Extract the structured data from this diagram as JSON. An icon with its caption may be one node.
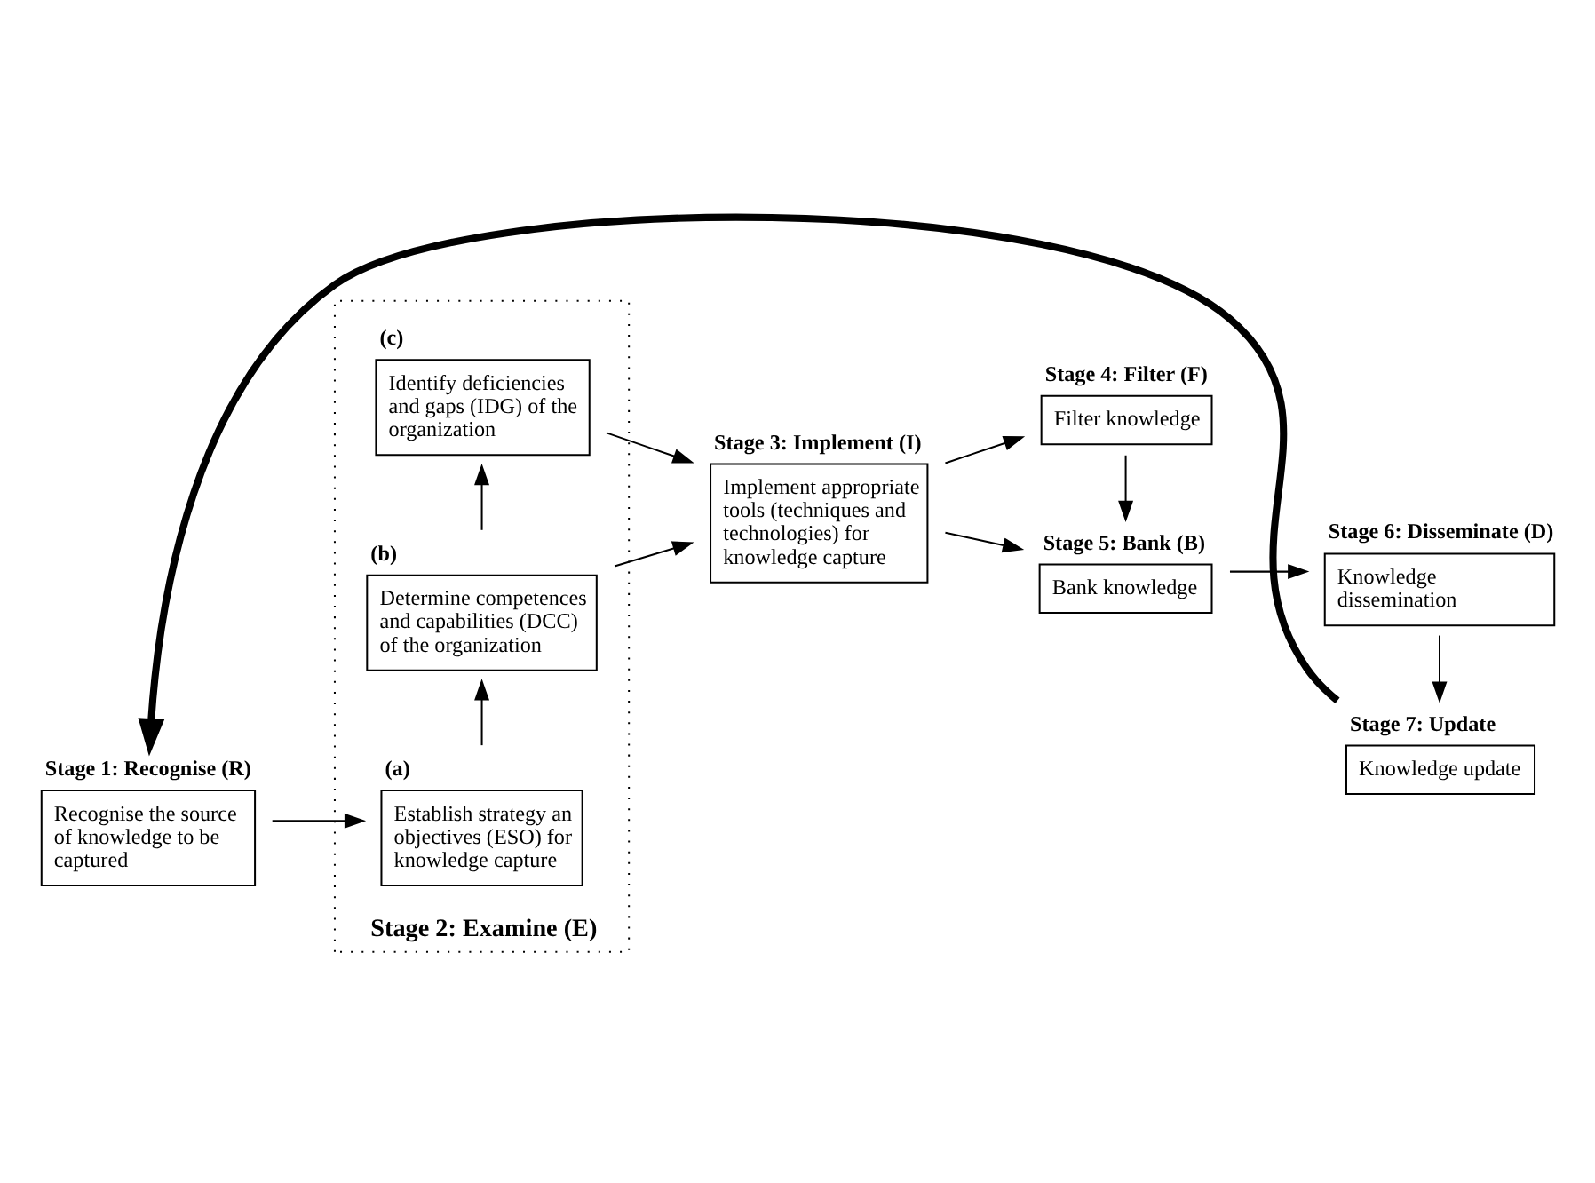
{
  "diagram": {
    "nodes": [
      {
        "text": [
          "Knowledge update"
        ],
        "beside": [
          "Stage 7: Update"
        ]
      },
      {
        "text": [
          "Knowledge dissemination"
        ],
        "beside": [
          "Stage 6: Disseminate (D)"
        ]
      },
      {
        "text": [
          "Stage 2: Examine (E)"
        ]
      },
      {
        "text": [
          "Establish strategy an objectives (ESO) for knowledge capture"
        ],
        "in": 2,
        "beside": [
          "(a)"
        ]
      },
      {
        "text": [
          "Determine competences and capabilities (DCC) of the organization"
        ],
        "in": 2,
        "beside": [
          "(b)"
        ]
      },
      {
        "text": [
          "Identify deficiencies and gaps (IDG) of the organization"
        ],
        "in": 2,
        "beside": [
          "(c)"
        ]
      },
      {
        "text": [
          "Recognise the source of knowledge to be captured"
        ],
        "beside": [
          "Stage 1: Recognise (R)"
        ]
      },
      {
        "text": [
          "Implement appropriate tools (techniques and technologies) for knowledge capture"
        ],
        "beside": [
          "Stage 3: Implement (I)"
        ]
      },
      {
        "text": [
          "Bank knowledge"
        ],
        "beside": [
          "Stage 5: Bank (B)"
        ]
      },
      {
        "text": [
          "Filter knowledge"
        ],
        "beside": [
          "Stage 4: Filter (F)"
        ]
      }
    ],
    "edges": [
      {
        "from": 6,
        "to": 3,
        "arrow": "to"
      },
      {
        "from": 3,
        "to": 4,
        "arrow": "to"
      },
      {
        "from": 4,
        "to": 5,
        "arrow": "to"
      },
      {
        "from": 4,
        "to": 7,
        "arrow": "to"
      },
      {
        "from": 5,
        "to": 7,
        "arrow": "to"
      },
      {
        "from": 7,
        "to": 8,
        "arrow": "to"
      },
      {
        "from": 7,
        "to": 9,
        "arrow": "to"
      },
      {
        "from": 9,
        "to": 8,
        "arrow": "to"
      },
      {
        "from": 8,
        "to": 1,
        "arrow": "to"
      },
      {
        "from": 1,
        "to": 0,
        "arrow": "to"
      },
      {
        "from": 0,
        "to": 6,
        "arrow": "to",
        "style": "thick"
      }
    ]
  }
}
